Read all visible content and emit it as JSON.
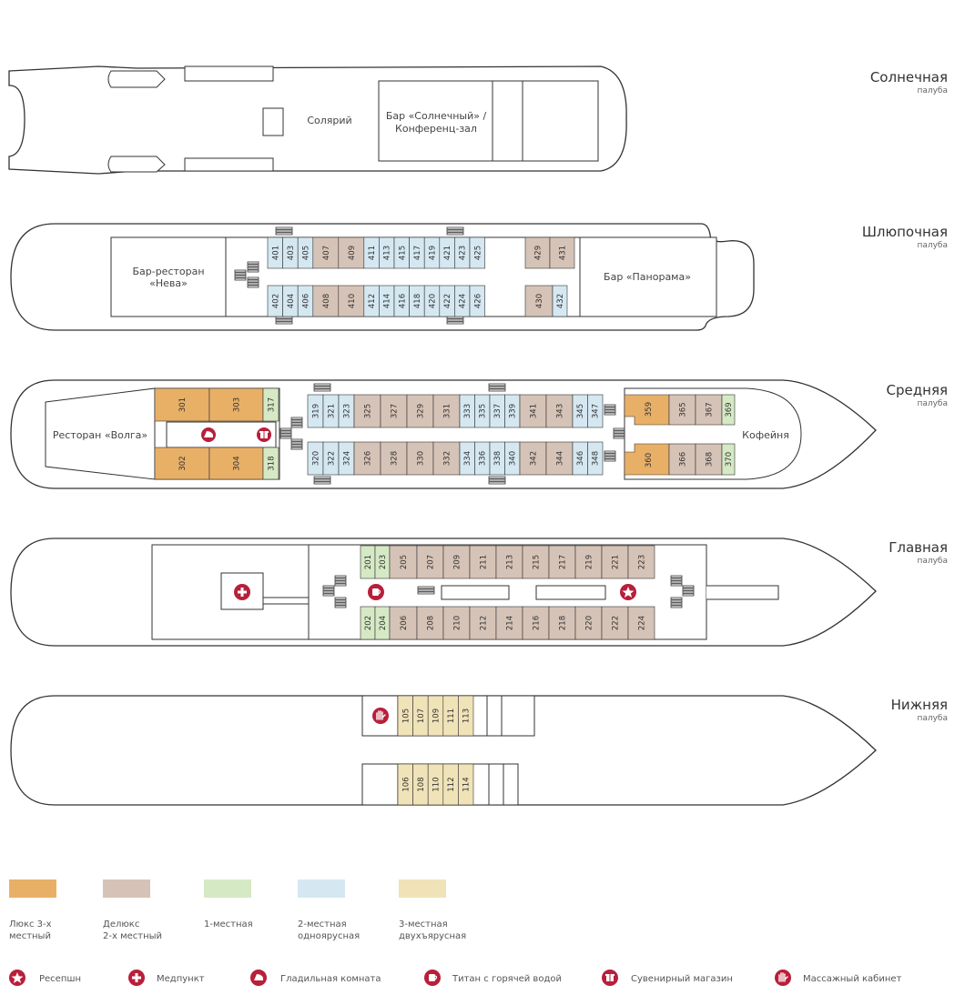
{
  "colors": {
    "lux": "#e8b067",
    "deluxe": "#d6c3b7",
    "single": "#d6e9c5",
    "double": "#d5e8f2",
    "triple": "#f0e3b8",
    "icon": "#b81f3a",
    "outline": "#333333"
  },
  "decks": {
    "sun": {
      "name": "Солнечная",
      "sub": "палуба",
      "solarium": "Солярий",
      "bar1": "Бар «Солнечный» /",
      "bar2": "Конференц-зал"
    },
    "boat": {
      "name": "Шлюпочная",
      "sub": "палуба",
      "rest1": "Бар-ресторан",
      "rest2": "«Нева»",
      "bar": "Бар «Панорама»"
    },
    "middle": {
      "name": "Средняя",
      "sub": "палуба",
      "rest": "Ресторан «Волга»",
      "cafe": "Кофейня"
    },
    "main": {
      "name": "Главная",
      "sub": "палуба"
    },
    "lower": {
      "name": "Нижняя",
      "sub": "палуба"
    }
  },
  "cabins": {
    "c401": "401",
    "c403": "403",
    "c405": "405",
    "c407": "407",
    "c409": "409",
    "c411": "411",
    "c413": "413",
    "c415": "415",
    "c417": "417",
    "c419": "419",
    "c421": "421",
    "c423": "423",
    "c425": "425",
    "c429": "429",
    "c431": "431",
    "c402": "402",
    "c404": "404",
    "c406": "406",
    "c408": "408",
    "c410": "410",
    "c412": "412",
    "c414": "414",
    "c416": "416",
    "c418": "418",
    "c420": "420",
    "c422": "422",
    "c424": "424",
    "c426": "426",
    "c430": "430",
    "c432": "432",
    "c301": "301",
    "c303": "303",
    "c317": "317",
    "c319": "319",
    "c321": "321",
    "c323": "323",
    "c325": "325",
    "c327": "327",
    "c329": "329",
    "c331": "331",
    "c333": "333",
    "c335": "335",
    "c337": "337",
    "c339": "339",
    "c341": "341",
    "c343": "343",
    "c345": "345",
    "c347": "347",
    "c359": "359",
    "c365": "365",
    "c367": "367",
    "c369": "369",
    "c302": "302",
    "c304": "304",
    "c318": "318",
    "c320": "320",
    "c322": "322",
    "c324": "324",
    "c326": "326",
    "c328": "328",
    "c330": "330",
    "c332": "332",
    "c334": "334",
    "c336": "336",
    "c338": "338",
    "c340": "340",
    "c342": "342",
    "c344": "344",
    "c346": "346",
    "c348": "348",
    "c360": "360",
    "c366": "366",
    "c368": "368",
    "c370": "370",
    "c201": "201",
    "c203": "203",
    "c205": "205",
    "c207": "207",
    "c209": "209",
    "c211": "211",
    "c213": "213",
    "c215": "215",
    "c217": "217",
    "c219": "219",
    "c221": "221",
    "c223": "223",
    "c202": "202",
    "c204": "204",
    "c206": "206",
    "c208": "208",
    "c210": "210",
    "c212": "212",
    "c214": "214",
    "c216": "216",
    "c218": "218",
    "c220": "220",
    "c222": "222",
    "c224": "224",
    "c105": "105",
    "c107": "107",
    "c109": "109",
    "c111": "111",
    "c113": "113",
    "c106": "106",
    "c108": "108",
    "c110": "110",
    "c112": "112",
    "c114": "114"
  },
  "legend": {
    "lux_1": "Люкс 3-х",
    "lux_2": "местный",
    "deluxe_1": "Делюкс",
    "deluxe_2": "2-х местный",
    "single_1": "1-местная",
    "double_1": "2-местная",
    "double_2": "одноярусная",
    "triple_1": "3-местная",
    "triple_2": "двухъярусная"
  },
  "icons": {
    "reception": "Ресепшн",
    "medical": "Медпункт",
    "ironing": "Гладильная комната",
    "titan": "Титан с горячей водой",
    "souvenir": "Сувенирный магазин",
    "massage": "Массажный кабинет"
  }
}
